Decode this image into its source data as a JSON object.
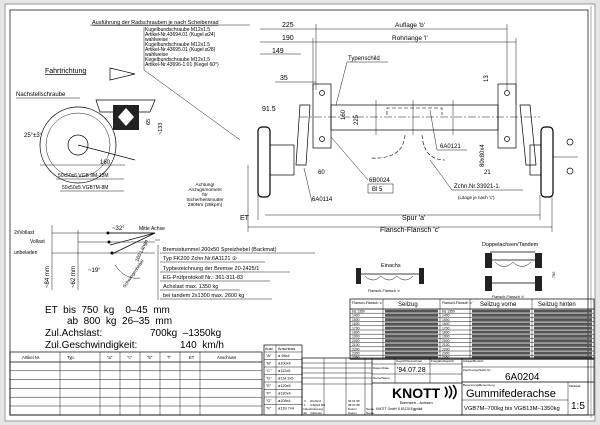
{
  "notes": {
    "wheel_bolts_title": "Ausführung der Radschrauben je nach Scheibenrad",
    "wheel_bolts": [
      "Kugelbundschraube M12x1.5",
      "Artikel-Nr.43694.01 (Kugel ø24)",
      "wahlweise",
      "Kugelbundschraube M12x1.5",
      "Artikel-Nr.43695.01 (Kugel ø28)",
      "wahlweise",
      "Kegelbundschraube M12x1.5",
      "Artikel-Nr.43696-1.01 (Kegel 60°)"
    ],
    "direction": "Fahrtrichtung",
    "adjust_screw": "Nachstellschraube",
    "profile_1": "50x50x6  VGB 9M-13M",
    "profile_2": "50x50x5  VGB7M-8M",
    "torque": [
      "Achtung!",
      "Anzugsmoment",
      "für",
      "Sicherheitsmutter",
      "280Nm (28kpm)"
    ],
    "brake": [
      "Bremsstummel 200x50 Spreizhebel (Backmat)",
      "Typ FK200 Zchn.Nr.6A1121 ②",
      "Typbezeichnung der Bremse 20-2425/1",
      "EG-Prüfprotokoll Nr.: 361-311-83",
      "Achslast max. 1350 kg",
      "bei tandem 2x1300 max. 2600 kg"
    ],
    "load": {
      "double": "2xVollast",
      "full": "Vollast",
      "empty": "unbeladen",
      "center": "Mitte Achse",
      "a32": "~32°",
      "a19": "~19°",
      "len": "160 Länge",
      "lever": "Schwingenhebel",
      "m84": "~84 mm",
      "m62": "~62 mm"
    },
    "et_1": "ET  bis  750  kg    0–45  mm",
    "et_2": "ab  800  kg  26–35  mm",
    "axle_load_label": "Zul.Achslast:",
    "axle_load": "700kg  –1350kg",
    "speed_label": "Zul.Geschwindigkeit:",
    "speed": "140  km/h"
  },
  "dims": {
    "d225": "225",
    "d190": "190",
    "d149": "149",
    "d35": "35",
    "d915": "91.5",
    "d65": "65",
    "d133": "~133",
    "d25": "25°±3°",
    "d160a": "160",
    "auflage": "Auflage 'b'",
    "rohr": "Rohrlange 'l'",
    "typenschild": "Typenschild",
    "d160": "160",
    "d225v": "225",
    "d13": "13",
    "d60": "60",
    "d21": "21",
    "profile": "80x80x4",
    "p6B0024": "6B0024",
    "bl5": "Bl 5",
    "p6A0114": "6A0114",
    "p6A0121": "6A0121",
    "zchn": "Zchn.Nr.33921-1.",
    "laenge": "(Länge je nach 'c')",
    "spur": "Spur 'a'",
    "flansch": "Flansch-Flansch 'c'",
    "et": "ET"
  },
  "variants": {
    "single": "Einachs",
    "tandem": "Doppelachsen/Tandem",
    "ff": "Flansch-Flansch 'c'",
    "ff2": "Flansch-Flansch 'c'",
    "d750": "750"
  },
  "rope_table": {
    "h_ff": "Flansch-Flansch 'c'",
    "h_seil": "Seilzug",
    "h_ff2": "Flansch-Flansch 'c'",
    "h_front": "Seilzug vorne",
    "h_rear": "Seilzug hinten",
    "ff_values": [
      "bis 1350",
      "1400",
      "1500",
      "1600",
      "1700",
      "1800",
      "1900",
      "2000",
      "2100",
      "2200",
      "2300",
      "2350"
    ]
  },
  "article_table": {
    "headers": [
      "Artikel Nr.",
      "Typ.",
      "\"a\"",
      "\"c\"",
      "\"b\"",
      "\"l\"",
      "ET",
      "Anschluss"
    ]
  },
  "connection_table": {
    "headers": [
      "Ausf.",
      "Anschluss"
    ],
    "rows": [
      [
        "\"A\"",
        "ø 98x4"
      ],
      [
        "\"B\"",
        "ø100x4"
      ],
      [
        "\"C\"",
        "ø112x5"
      ],
      [
        "\"D\"",
        "ø114.3x5"
      ],
      [
        "\"E\"",
        "ø120x5"
      ],
      [
        "\"F\"",
        "ø130x4"
      ],
      [
        "\"G\"",
        "ø108x4"
      ],
      [
        "\"K\"",
        "ø139.7x4"
      ]
    ]
  },
  "title_block": {
    "revisions": [
      [
        "3",
        "WL/02.6",
        "06.01.95"
      ],
      [
        "1",
        "A40024 BS",
        "08.07.88"
      ]
    ],
    "rev_headers": [
      "Index",
      "Änderung",
      "Datum",
      "Name"
    ],
    "rev_headers2": [
      "Jar",
      "Vollzuste",
      "Datum",
      "Name"
    ],
    "checked": "Geprüft/Gezeichnet",
    "released": "Freigabe/Geprüft",
    "date_label": "Datum/Date",
    "name_label": "Name/Name",
    "date": "'94.07.28",
    "order_label": "Anlage/Bereich:",
    "drawing_no_label": "Zeichnungs/Sach-Nr.:",
    "drawing_no": "6A0204",
    "name_desc_label": "Benennung/Benennung",
    "name": "Gummifederachse",
    "subtitle": "VGB7M–700kg bis VGB13M–1350kg",
    "scale_label": "Maßstab",
    "scale": "1:5",
    "company": "KNOTT",
    "company_sub": "Bremsen - Achsen",
    "company_addr": "KNOTT GmbH  D 83125  Eggstätt"
  }
}
